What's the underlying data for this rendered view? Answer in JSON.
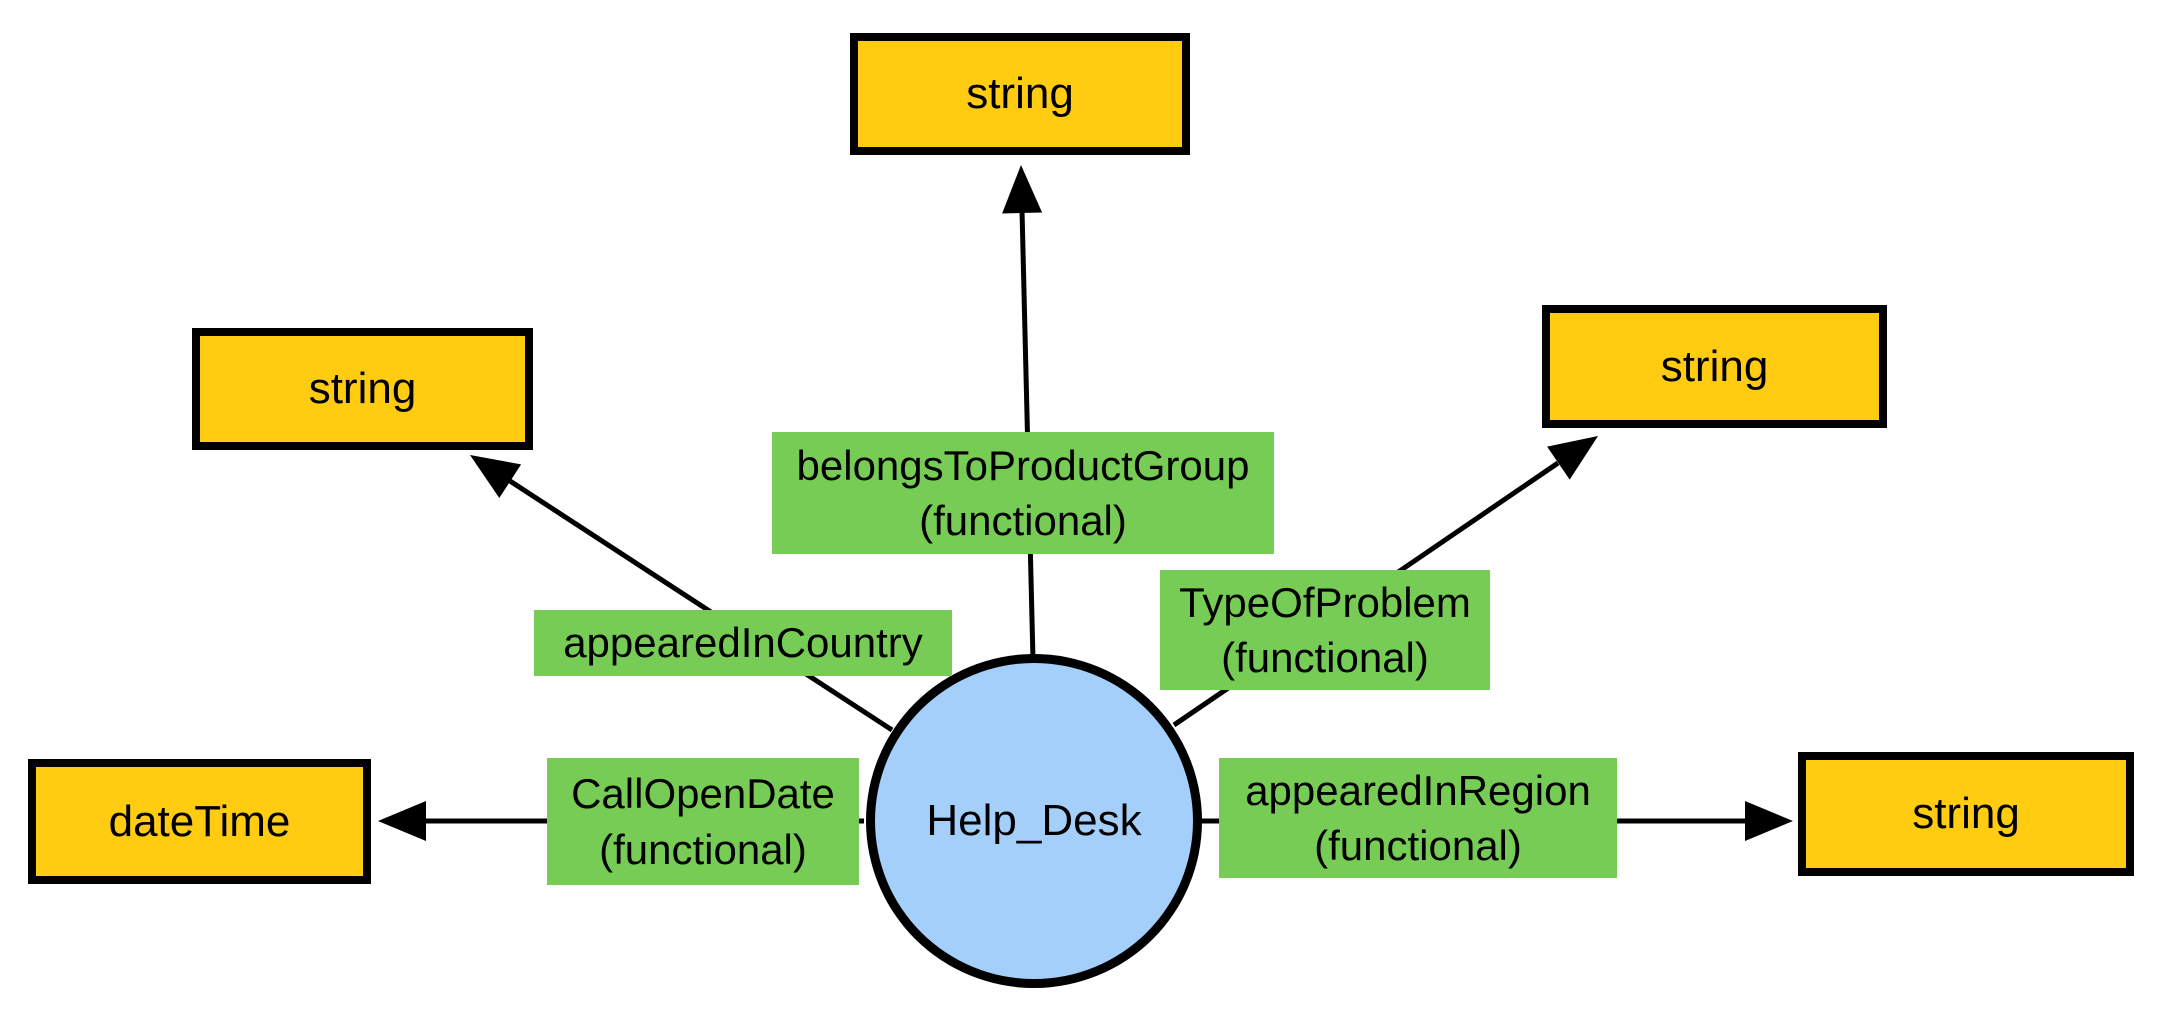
{
  "diagram": {
    "class_node": {
      "label": "Help_Desk",
      "shape": "circle",
      "fill": "#A3CFFA"
    },
    "datatype_nodes": [
      {
        "label": "string",
        "position": "top"
      },
      {
        "label": "string",
        "position": "upper-left"
      },
      {
        "label": "string",
        "position": "upper-right"
      },
      {
        "label": "dateTime",
        "position": "left"
      },
      {
        "label": "string",
        "position": "right"
      }
    ],
    "properties": [
      {
        "label": "belongsToProductGroup\n(functional)",
        "source": "Help_Desk",
        "target": "string (top)"
      },
      {
        "label": "appearedInCountry",
        "source": "Help_Desk",
        "target": "string (upper-left)"
      },
      {
        "label": "TypeOfProblem\n(functional)",
        "source": "Help_Desk",
        "target": "string (upper-right)"
      },
      {
        "label": "CallOpenDate\n(functional)",
        "source": "Help_Desk",
        "target": "dateTime (left)"
      },
      {
        "label": "appearedInRegion\n(functional)",
        "source": "Help_Desk",
        "target": "string (right)"
      }
    ],
    "colors": {
      "class_fill": "#A3CFFA",
      "datatype_fill": "#FFCC11",
      "property_fill": "#77CC55",
      "line": "#000000",
      "background": "#FFFFFF"
    }
  }
}
